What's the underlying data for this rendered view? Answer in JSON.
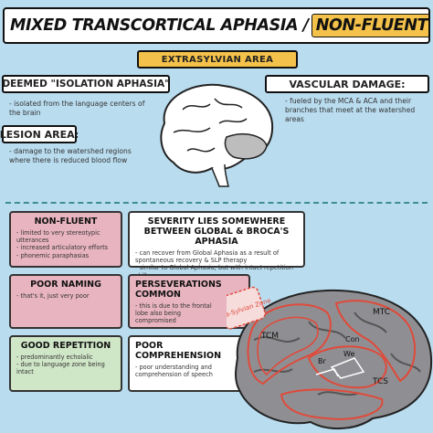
{
  "title": {
    "main": "MIXED TRANSCORTICAL APHASIA /",
    "highlight": "NON-FLUENT"
  },
  "area_tag": "EXTRASYLVIAN AREA",
  "deemed": {
    "title": "DEEMED \"ISOLATION APHASIA\"",
    "text": "- isolated from the language centers of the brain"
  },
  "vascular": {
    "title": "VASCULAR DAMAGE:",
    "text": "- fueled by the MCA & ACA and their branches that meet at the watershed areas"
  },
  "lesion": {
    "title": "LESION AREA:",
    "text": "- damage to the watershed regions where there is reduced blood flow"
  },
  "cards": {
    "nonfluent": {
      "title": "NON-FLUENT",
      "items": [
        "limited to very stereotypic utterances",
        "increased articulatory efforts",
        "phonemic paraphasias"
      ]
    },
    "poornaming": {
      "title": "POOR NAMING",
      "items": [
        "that's it, just very poor"
      ]
    },
    "goodrep": {
      "title": "GOOD REPETITION",
      "items": [
        "predominantly echolalic",
        "due to language zone being intact"
      ]
    },
    "severity": {
      "title": "SEVERITY LIES SOMEWHERE BETWEEN GLOBAL & BROCA'S APHASIA",
      "items": [
        "can recover from Global Aphasia as a result of spontaneous recovery & SLP therapy",
        "similar to Global Aphasia, but with intact repetition skills"
      ]
    },
    "persev": {
      "title": "PERSEVERATIONS COMMON",
      "items": [
        "this is due to the frontal lobe also being compromised"
      ]
    },
    "poorcomp": {
      "title": "POOR COMPREHENSION",
      "items": [
        "poor understanding and comprehension of speech"
      ]
    }
  },
  "brain_labels": {
    "stamp": "Extra-Sylvian Zone",
    "mtc": "MTC",
    "tcm": "TCM",
    "con": "Con",
    "we": "We",
    "br": "Br",
    "tcs": "TCS"
  },
  "colors": {
    "background": "#b9dcef",
    "accent": "#f4c24a",
    "pink": "#e8b4c0",
    "green": "#cfe6c7",
    "stamp_red": "#e04a3a"
  }
}
